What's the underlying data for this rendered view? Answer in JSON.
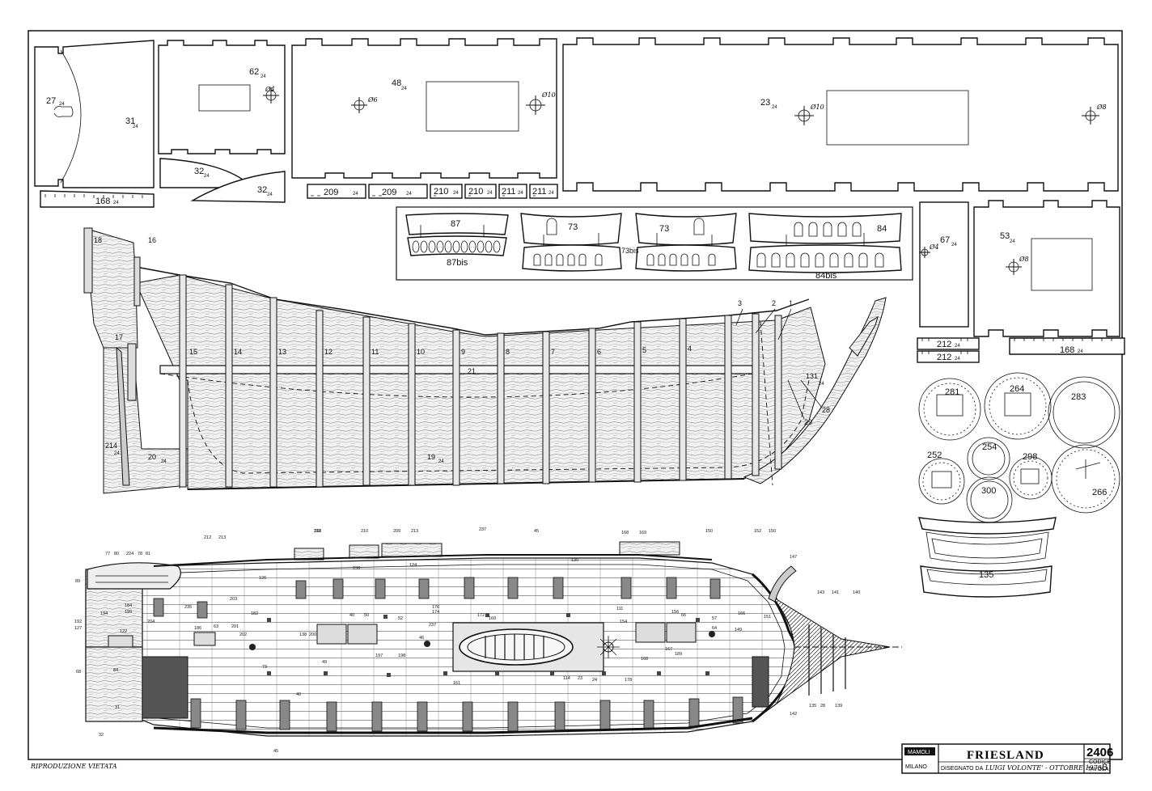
{
  "title_block": {
    "model_name": "FRIESLAND",
    "drawing_number": "2406",
    "brand": "MAMOLI",
    "city": "MILANO",
    "drawn_by_label": "DISEGNATO DA",
    "author_and_date": "LUIGI VOLONTE' - OTTOBRE 1978",
    "codice_label": "CODICE",
    "tavola_label": "TAVOLA",
    "sheet_letter": "B"
  },
  "footer_note": "RIPRODUZIONE VIETATA",
  "thickness_tag": "24",
  "frame_parts": {
    "p27": "27",
    "p31": "31",
    "p62": "62",
    "p48": "48",
    "p23": "23",
    "p32a": "32",
    "p32b": "32",
    "p168a": "168",
    "p168b": "168",
    "p209a": "209",
    "p209b": "209",
    "p210a": "210",
    "p210b": "210",
    "p211a": "211",
    "p211b": "211",
    "p67": "67",
    "p53": "53",
    "p212a": "212",
    "p212b": "212"
  },
  "hole_marks": {
    "h62": "Ø4",
    "h48a": "Ø6",
    "h48b": "Ø10",
    "h23a": "Ø10",
    "h23b": "Ø8",
    "h67": "Ø4",
    "h53": "Ø8"
  },
  "gallery": {
    "p87": "87",
    "p87bis": "87bis",
    "p73a": "73",
    "p73b": "73",
    "p73bis": "73bis",
    "p84": "84",
    "p84bis": "84bis"
  },
  "hull_labels": {
    "p18": "18",
    "p16": "16",
    "p17": "17",
    "p15": "15",
    "p14": "14",
    "p13": "13",
    "p12": "12",
    "p11": "11",
    "p10": "10",
    "p9": "9",
    "p8": "8",
    "p7": "7",
    "p6": "6",
    "p5": "5",
    "p4": "4",
    "p3": "3",
    "p2": "2",
    "p1": "1",
    "p21": "21",
    "p19": "19",
    "p20": "20",
    "p214": "214",
    "p131": "131",
    "p28": "28",
    "p29": "29"
  },
  "discs": {
    "d281": "281",
    "d264": "264",
    "d283": "283",
    "d252": "252",
    "d254": "254",
    "d298": "298",
    "d300": "300",
    "d266": "266",
    "d135": "135"
  },
  "deck_callouts": [
    "211",
    "210",
    "209",
    "213",
    "237",
    "45",
    "168",
    "169",
    "150",
    "152",
    "150",
    "212",
    "213",
    "77",
    "80",
    "224",
    "78",
    "81",
    "89",
    "238",
    "124",
    "130",
    "126",
    "235",
    "203",
    "182",
    "186",
    "63",
    "201",
    "202",
    "184",
    "199",
    "194",
    "204",
    "192",
    "127",
    "122",
    "68",
    "84",
    "31",
    "32",
    "73",
    "40",
    "50",
    "49",
    "52",
    "197",
    "198",
    "46",
    "200",
    "176",
    "174",
    "172",
    "160",
    "161",
    "114",
    "23",
    "24",
    "111",
    "154",
    "156",
    "66",
    "64",
    "167",
    "168",
    "57",
    "166",
    "149",
    "151",
    "147",
    "143",
    "141",
    "140",
    "142",
    "28",
    "135",
    "139",
    "138",
    "178",
    "40",
    "45",
    "237",
    "189",
    "188"
  ]
}
